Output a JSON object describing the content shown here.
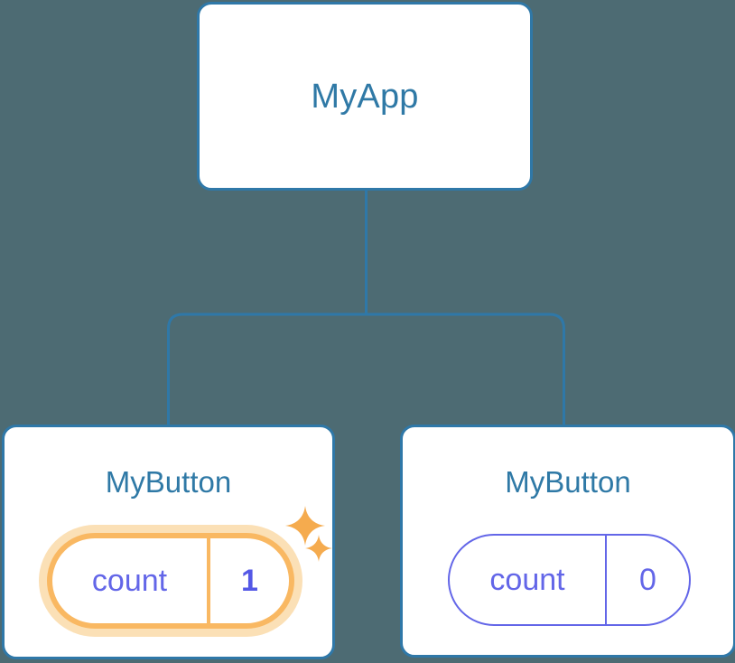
{
  "diagram": {
    "type": "component-tree",
    "background_color": "#4d6b73",
    "accent_colors": {
      "node_border": "#2f78a8",
      "node_title_text": "#2f79a6",
      "connector_line": "#2f78a8",
      "state_text": "#6366e8",
      "highlight_ring": "#f9b862",
      "highlight_glow": "#fbe0b6",
      "sparkle": "#f5ab4e",
      "card_background": "#ffffff"
    }
  },
  "root": {
    "title": "MyApp"
  },
  "children": [
    {
      "title": "MyButton",
      "state": {
        "label": "count",
        "value": "1"
      },
      "highlighted": true,
      "sparkles": [
        "sparkle-large",
        "sparkle-small"
      ]
    },
    {
      "title": "MyButton",
      "state": {
        "label": "count",
        "value": "0"
      },
      "highlighted": false,
      "sparkles": []
    }
  ]
}
